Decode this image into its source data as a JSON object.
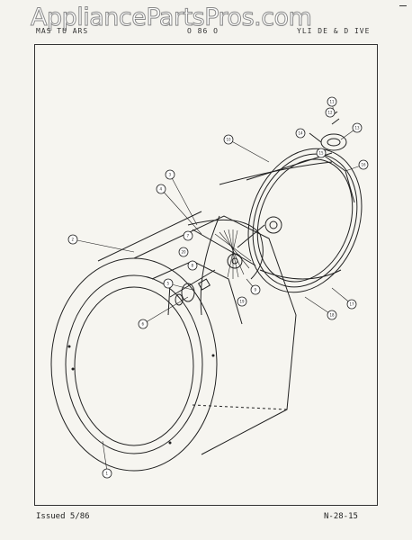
{
  "watermark": "AppliancePartsPros.com",
  "header": {
    "left": "MAS TU  ARS",
    "middle": "O 86 O",
    "right": "YLI DE  & D IVE"
  },
  "footer": {
    "issued": "Issued 5/86",
    "page_code": "N-28-15"
  },
  "callouts": [
    "1",
    "2",
    "3",
    "4",
    "5",
    "6",
    "7",
    "8",
    "9",
    "10",
    "11",
    "12",
    "13",
    "14",
    "15",
    "16",
    "17",
    "18",
    "19",
    "20"
  ]
}
